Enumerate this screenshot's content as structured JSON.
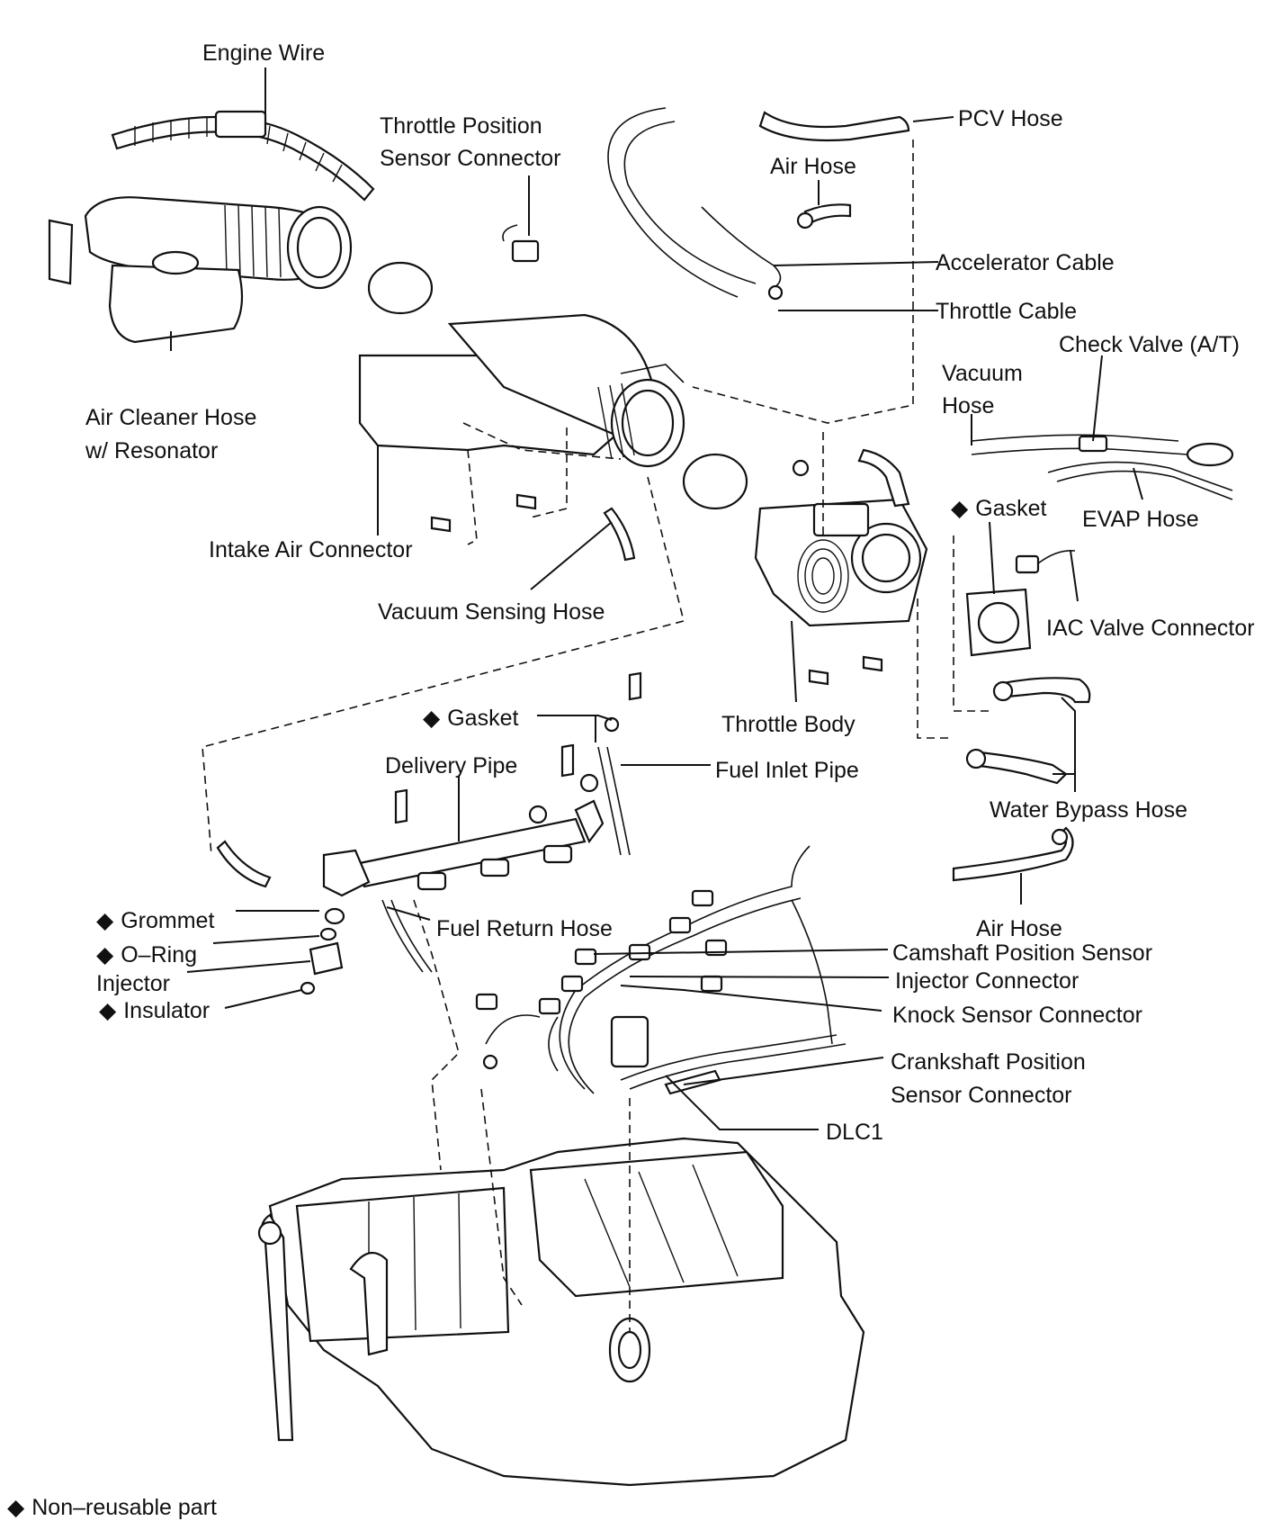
{
  "labels": {
    "engine_wire": "Engine Wire",
    "tps_connector_line1": "Throttle Position",
    "tps_connector_line2": "Sensor Connector",
    "pcv_hose": "PCV Hose",
    "air_hose_top": "Air Hose",
    "accelerator_cable": "Accelerator Cable",
    "throttle_cable": "Throttle Cable",
    "check_valve": "Check Valve (A/T)",
    "vacuum_hose_line1": "Vacuum",
    "vacuum_hose_line2": "Hose",
    "air_cleaner_line1": "Air Cleaner Hose",
    "air_cleaner_line2": "w/ Resonator",
    "gasket_right": "Gasket",
    "evap_hose": "EVAP Hose",
    "intake_air_connector": "Intake Air Connector",
    "iac_valve_connector": "IAC Valve Connector",
    "vacuum_sensing_hose": "Vacuum Sensing Hose",
    "gasket_mid": "Gasket",
    "throttle_body": "Throttle Body",
    "delivery_pipe": "Delivery Pipe",
    "fuel_inlet_pipe": "Fuel Inlet Pipe",
    "water_bypass_hose": "Water Bypass Hose",
    "grommet": "Grommet",
    "fuel_return_hose": "Fuel Return Hose",
    "air_hose_bottom": "Air Hose",
    "o_ring": "O–Ring",
    "camshaft_position_sensor": "Camshaft Position Sensor",
    "injector": "Injector",
    "injector_connector": "Injector Connector",
    "insulator": "Insulator",
    "knock_sensor_connector": "Knock Sensor Connector",
    "crankshaft_line1": "Crankshaft Position",
    "crankshaft_line2": "Sensor Connector",
    "dlc1": "DLC1"
  },
  "legend": {
    "symbol": "◆",
    "text": "Non–reusable part"
  }
}
